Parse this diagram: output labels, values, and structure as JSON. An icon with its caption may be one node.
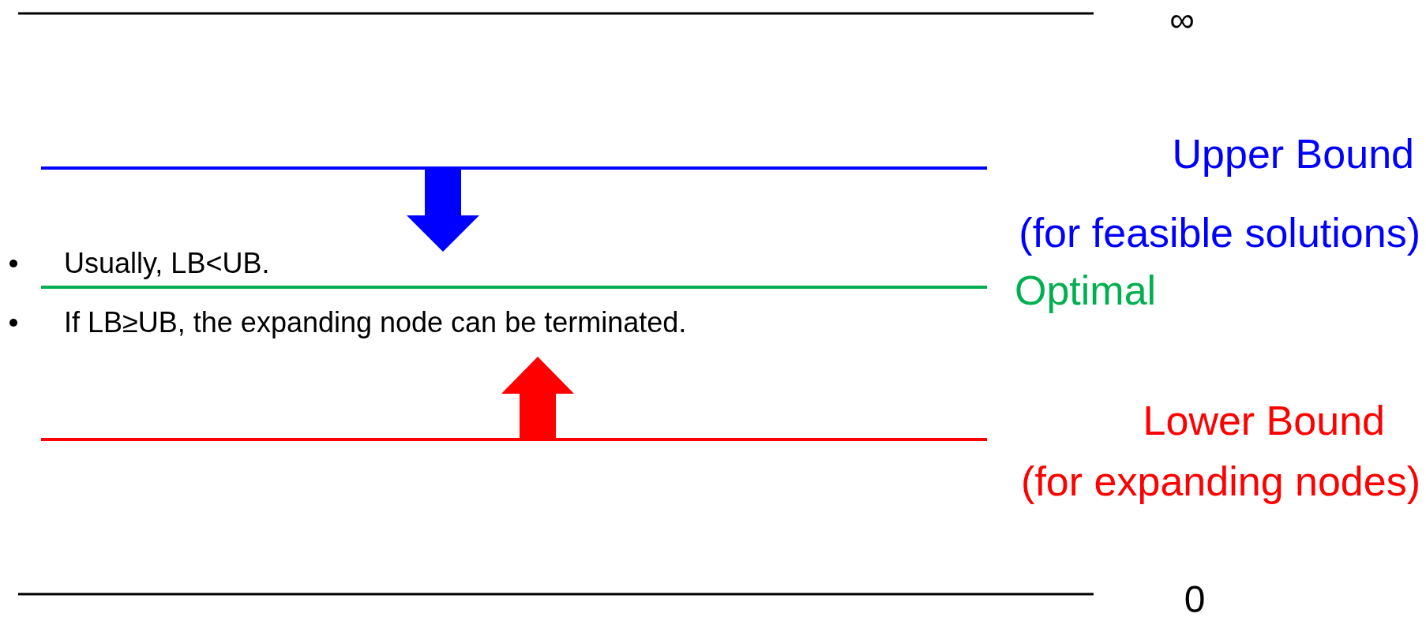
{
  "diagram": {
    "labels": [
      "∞",
      "Upper Bound",
      "(for feasible solutions)",
      "Usually, LB<UB.",
      "Optimal",
      "If LB≥UB, the expanding node can be terminated.",
      "Lower Bound",
      "(for expanding nodes)",
      "0"
    ]
  }
}
